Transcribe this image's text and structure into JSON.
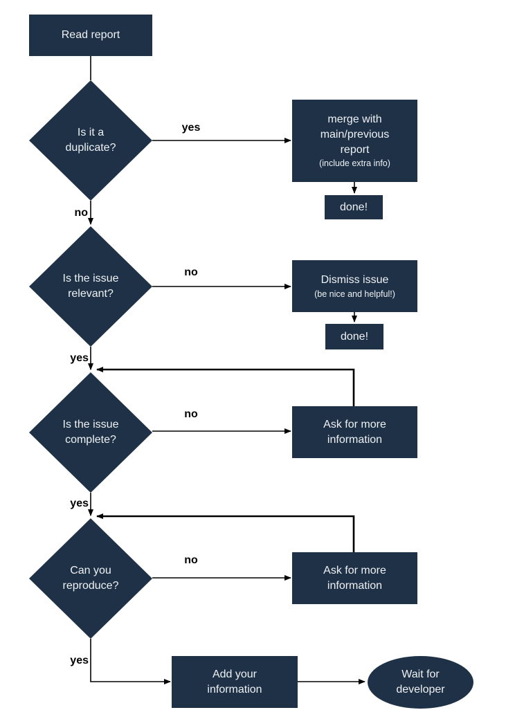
{
  "diagram": {
    "type": "flowchart",
    "colors": {
      "node_fill": "#1f3146",
      "node_text": "#eef1f5",
      "edge_line": "#000000",
      "edge_label_text": "#000000",
      "background": "#ffffff"
    },
    "nodes": {
      "read_report": {
        "label": "Read report"
      },
      "is_duplicate": {
        "label": "Is it a duplicate?"
      },
      "merge_report": {
        "label": "merge with main/previous report",
        "sublabel": "(include extra info)"
      },
      "done_merge": {
        "label": "done!"
      },
      "is_relevant": {
        "label": "Is the issue relevant?"
      },
      "dismiss_issue": {
        "label": "Dismiss issue",
        "sublabel": "(be nice and helpful!)"
      },
      "done_dismiss": {
        "label": "done!"
      },
      "is_complete": {
        "label": "Is the issue complete?"
      },
      "ask_more_info_1": {
        "label": "Ask for more information"
      },
      "can_reproduce": {
        "label": "Can you reproduce?"
      },
      "ask_more_info_2": {
        "label": "Ask for more information"
      },
      "add_information": {
        "label": "Add your information"
      },
      "wait_developer": {
        "label": "Wait for developer"
      }
    },
    "edges": {
      "duplicate_yes": {
        "label": "yes"
      },
      "duplicate_no": {
        "label": "no"
      },
      "relevant_no": {
        "label": "no"
      },
      "relevant_yes": {
        "label": "yes"
      },
      "complete_no": {
        "label": "no"
      },
      "complete_yes": {
        "label": "yes"
      },
      "reproduce_no": {
        "label": "no"
      },
      "reproduce_yes": {
        "label": "yes"
      }
    }
  }
}
